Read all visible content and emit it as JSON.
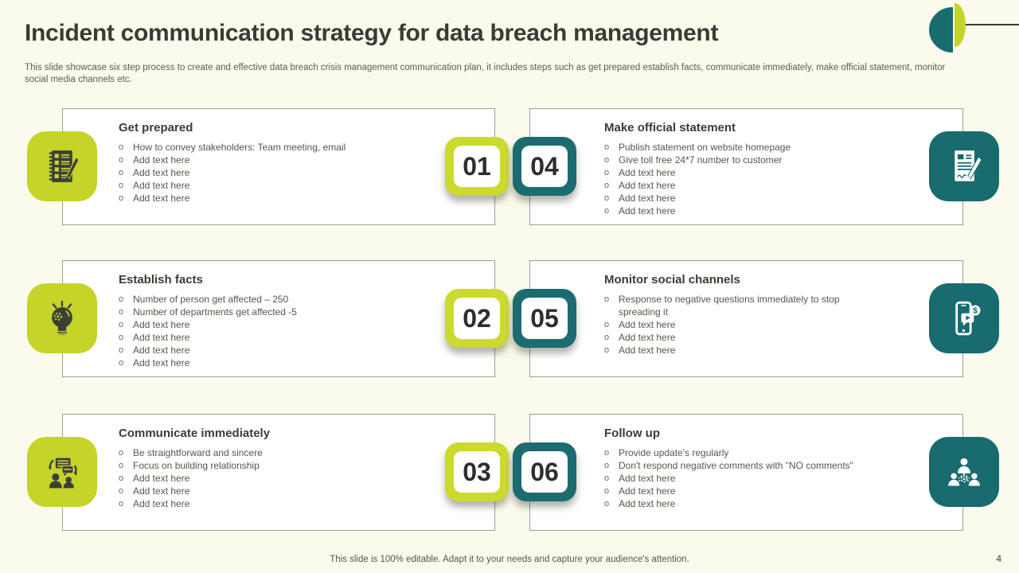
{
  "slide": {
    "title": "Incident communication strategy for data breach management",
    "subtitle": "This slide showcase six step process to create and effective data breach crisis management communication plan, it includes steps such as get prepared establish facts, communicate immediately, make official statement, monitor social media channels etc.",
    "footer": "This slide is 100% editable. Adapt it to your needs and capture your audience's attention.",
    "page_number": "4",
    "bullet_marker": "o"
  },
  "colors": {
    "lime_accent": "#c6d329",
    "teal_accent": "#186b6e",
    "background": "#fafbec",
    "card_background": "#ffffff",
    "card_border": "#9d9d97",
    "title_text": "#3a3a36",
    "body_text": "#56564e"
  },
  "steps": [
    {
      "number": "01",
      "title": "Get prepared",
      "icon": "checklist-icon",
      "bullets": [
        "How to convey stakeholders: Team meeting, email",
        "Add text here",
        "Add text here",
        "Add text here",
        "Add text here"
      ]
    },
    {
      "number": "02",
      "title": "Establish facts",
      "icon": "lightbulb-gear-icon",
      "bullets": [
        "Number of person get affected – 250",
        "Number of departments get affected -5",
        "Add text here",
        "Add text here",
        "Add text here",
        "Add text here"
      ]
    },
    {
      "number": "03",
      "title": "Communicate immediately",
      "icon": "people-conversation-icon",
      "bullets": [
        "Be straightforward and sincere",
        "Focus on building relationship",
        "Add text here",
        "Add text here",
        "Add text here"
      ]
    },
    {
      "number": "04",
      "title": "Make official statement",
      "icon": "document-pen-icon",
      "bullets": [
        "Publish statement on website homepage",
        "Give toll free 24*7 number to customer",
        "Add text here",
        "Add text here",
        "Add text here",
        "Add text here"
      ]
    },
    {
      "number": "05",
      "title": "Monitor social channels",
      "icon": "phone-social-media-icon",
      "bullets": [
        "Response to negative questions immediately to stop spreading it",
        "Add text here",
        "Add text here",
        "Add text here"
      ]
    },
    {
      "number": "06",
      "title": "Follow up",
      "icon": "team-network-icon",
      "bullets": [
        "Provide update's regularly",
        "Don't respond negative comments with \"NO comments\"",
        "Add text here",
        "Add text here",
        "Add text here"
      ]
    }
  ]
}
